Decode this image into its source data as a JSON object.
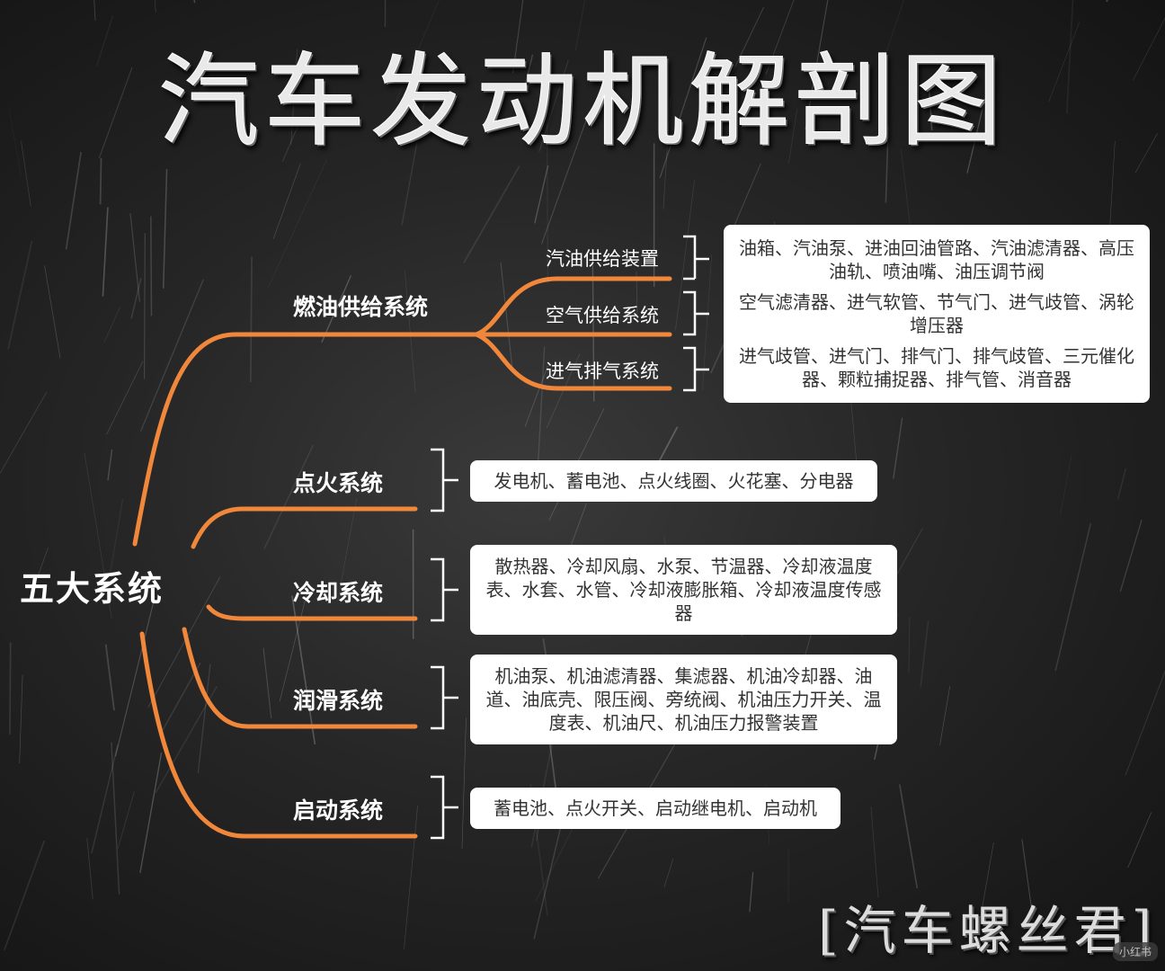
{
  "title": "汽车发动机解剖图",
  "root": "五大系统",
  "colors": {
    "connector": "#f0873a",
    "bracket": "#ffffff",
    "box_bg": "#ffffff",
    "box_text": "#333333"
  },
  "fuel": {
    "label": "燃油供给系统",
    "subs": [
      {
        "label": "汽油供给装置",
        "items": "油箱、汽油泵、进油回油管路、汽油滤清器、高压油轨、喷油嘴、油压调节阀"
      },
      {
        "label": "空气供给系统",
        "items": "空气滤清器、进气软管、节气门、进气歧管、涡轮增压器"
      },
      {
        "label": "进气排气系统",
        "items": "进气歧管、进气门、排气门、排气歧管、三元催化器、颗粒捕捉器、排气管、消音器"
      }
    ]
  },
  "ignition": {
    "label": "点火系统",
    "items": "发电机、蓄电池、点火线圈、火花塞、分电器"
  },
  "cooling": {
    "label": "冷却系统",
    "items": "散热器、冷却风扇、水泵、节温器、冷却液温度表、水套、水管、冷却液膨胀箱、冷却液温度传感器"
  },
  "lubrication": {
    "label": "润滑系统",
    "items": "机油泵、机油滤清器、集滤器、机油冷却器、油道、油底壳、限压阀、旁统阀、机油压力开关、温度表、机油尺、机油压力报警装置"
  },
  "starting": {
    "label": "启动系统",
    "items": "蓄电池、点火开关、启动继电机、启动机"
  },
  "signature": "[汽车螺丝君]",
  "watermark": "小红书"
}
